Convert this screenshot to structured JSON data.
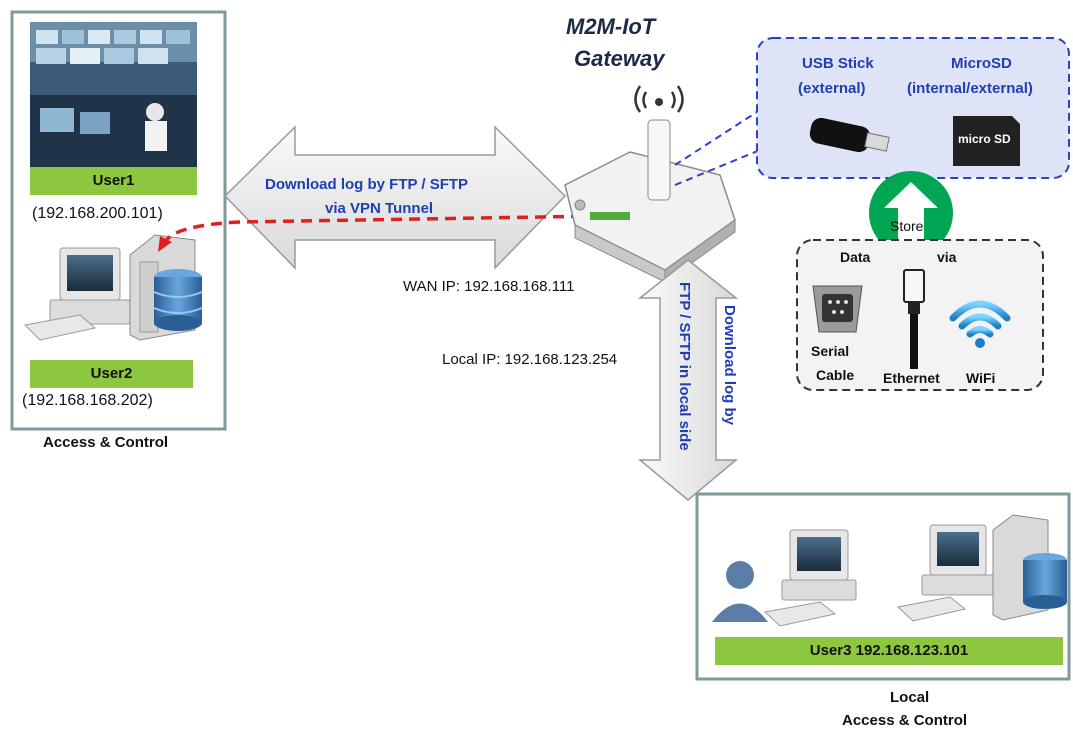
{
  "gateway": {
    "title_line1": "M2M-IoT",
    "title_line2": "Gateway"
  },
  "left_panel": {
    "user1_label": "User1",
    "user1_ip": "(192.168.200.101)",
    "user2_label": "User2",
    "user2_ip": "(192.168.168.202)",
    "caption": "Access & Control"
  },
  "wan_arrow": {
    "line1": "Download log by FTP / SFTP",
    "line2": "via VPN Tunnel"
  },
  "wan_ip": "WAN IP: 192.168.168.111",
  "local_ip": "Local IP: 192.168.123.254",
  "local_arrow": {
    "line1": "Download log by",
    "line2": "FTP / SFTP in local side"
  },
  "storage": {
    "usb_line1": "USB Stick",
    "usb_line2": "(external)",
    "sd_line1": "MicroSD",
    "sd_line2": "(internal/external)",
    "sd_logo": "micro SD"
  },
  "store_label": "Store",
  "data_box": {
    "data_word": "Data",
    "via_word": "via",
    "serial_line1": "Serial",
    "serial_line2": "Cable",
    "ethernet": "Ethernet",
    "wifi": "WiFi"
  },
  "local_panel": {
    "user3_label": "User3  192.168.123.101",
    "caption_line1": "Local",
    "caption_line2": "Access & Control"
  },
  "colors": {
    "panel_border": "#7f9a9e",
    "label_green": "#8dc63f",
    "title_blue": "#1f3fb0",
    "dashed_red": "#e02020",
    "store_green": "#00a651",
    "storage_bg": "#dfe3f7"
  }
}
